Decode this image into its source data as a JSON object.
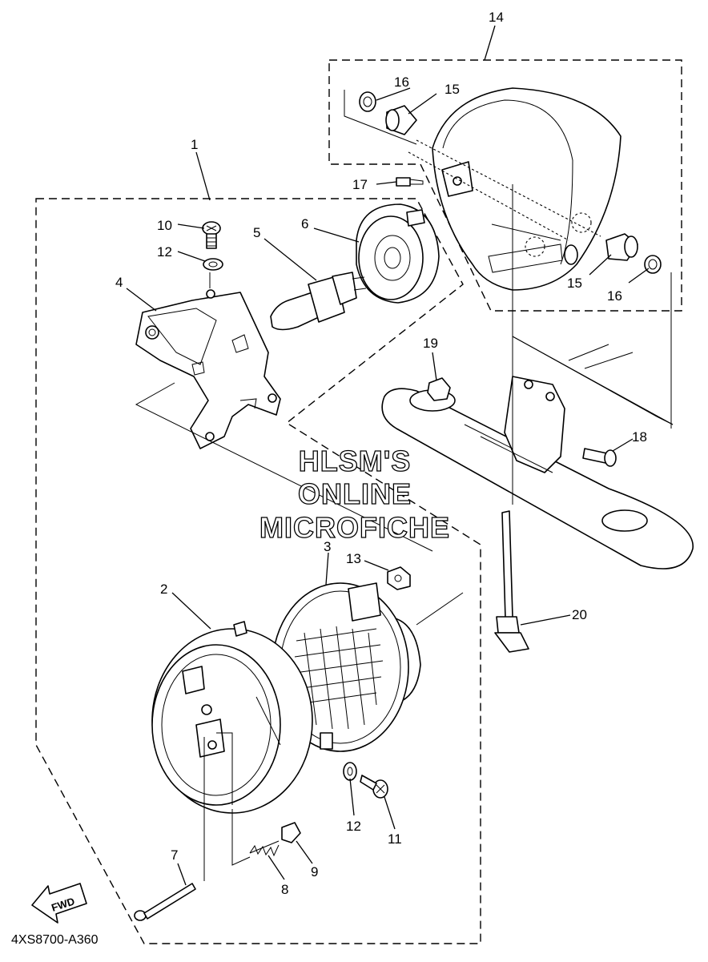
{
  "callouts": {
    "n1": "1",
    "n2": "2",
    "n3": "3",
    "n4": "4",
    "n5": "5",
    "n6": "6",
    "n7": "7",
    "n8": "8",
    "n9": "9",
    "n10": "10",
    "n11": "11",
    "n12a": "12",
    "n12b": "12",
    "n13": "13",
    "n14": "14",
    "n15a": "15",
    "n15b": "15",
    "n16a": "16",
    "n16b": "16",
    "n17": "17",
    "n18": "18",
    "n19": "19",
    "n20": "20"
  },
  "watermark": {
    "line1": "HLSM'S",
    "line2": "ONLINE",
    "line3": "MICROFICHE"
  },
  "direction_badge": "FWD",
  "diagram_code": "4XS8700-A360"
}
